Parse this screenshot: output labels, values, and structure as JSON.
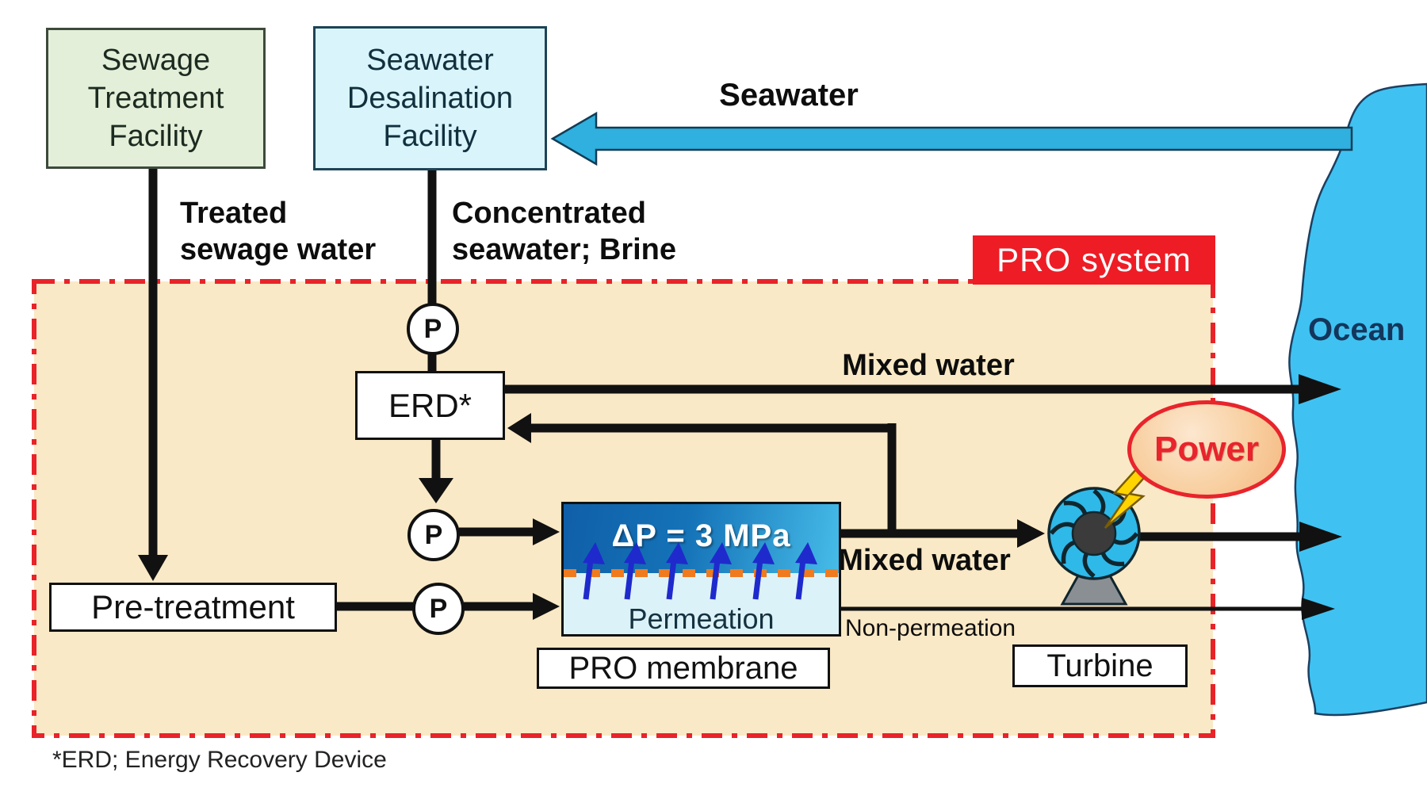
{
  "colors": {
    "pro_area_fill": "#FAE9C6",
    "pro_border_red": "#E8232A",
    "ocean_blue": "#3FC2F1",
    "seawater_arrow_blue": "#2FB0DE",
    "flow_line_black": "#111111",
    "membrane_draw_gradient_left": "#0F5FA8",
    "membrane_draw_gradient_right": "#46BCE8",
    "membrane_feed_fill": "#DCF2F9",
    "membrane_dash_orange": "#F07A1E",
    "osmosis_arrow_blue": "#1F2ACC",
    "turbine_blue": "#2EB9E9",
    "power_red": "#E8242C",
    "sewage_box_fill": "#E4EFD9",
    "desal_box_fill": "#D9F4FA",
    "bolt_yellow": "#FFD400"
  },
  "facilities": {
    "sewage": {
      "lines": [
        "Sewage",
        "Treatment",
        "Facility"
      ]
    },
    "desalination": {
      "lines": [
        "Seawater",
        "Desalination",
        "Facility"
      ]
    }
  },
  "pro_system": {
    "tag_label": "PRO system",
    "footnote": "*ERD; Energy Recovery Device"
  },
  "components": {
    "erd": "ERD*",
    "pretreatment": "Pre-treatment",
    "membrane_label": "PRO membrane",
    "turbine_label": "Turbine",
    "pump": "P",
    "power": "Power",
    "ocean": "Ocean",
    "delta_p": "ΔP = 3 MPa",
    "permeation": "Permeation"
  },
  "flows": {
    "seawater": "Seawater",
    "treated_sewage": "Treated\nsewage water",
    "brine": "Concentrated\nseawater; Brine",
    "mixed_water_top": "Mixed water",
    "mixed_water_mid": "Mixed water",
    "non_permeation": "Non-permeation"
  }
}
